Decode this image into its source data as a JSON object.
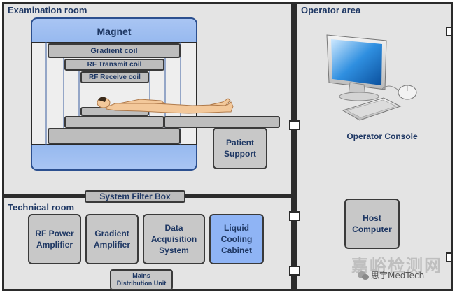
{
  "rooms": {
    "examination": "Examination room",
    "operator": "Operator area",
    "technical": "Technical room"
  },
  "scanner": {
    "magnet": "Magnet",
    "gradient_coil": "Gradient coil",
    "rf_transmit_coil": "RF Transmit coil",
    "rf_receive_coil": "RF Receive coil"
  },
  "patient_support": [
    "Patient",
    "Support"
  ],
  "system_filter_box": "System Filter Box",
  "operator_console": "Operator Console",
  "host_computer": [
    "Host",
    "Computer"
  ],
  "technical_units": {
    "rf_power_amplifier": [
      "RF Power",
      "Amplifier"
    ],
    "gradient_amplifier": [
      "Gradient",
      "Amplifier"
    ],
    "data_acquisition_system": [
      "Data",
      "Acquisition",
      "System"
    ],
    "liquid_cooling_cabinet": [
      "Liquid",
      "Cooling",
      "Cabinet"
    ],
    "mains_distribution_unit": [
      "Mains",
      "Distribution Unit"
    ]
  },
  "watermark": {
    "large": "嘉峪检测网",
    "small": "思宇MedTech"
  },
  "colors": {
    "room_fill": "#e4e4e4",
    "box_fill": "#c8c8c8",
    "magnet_blue": "#6f9fe6",
    "cooling_blue": "#8fb4f5",
    "text_navy": "#1f3864"
  }
}
